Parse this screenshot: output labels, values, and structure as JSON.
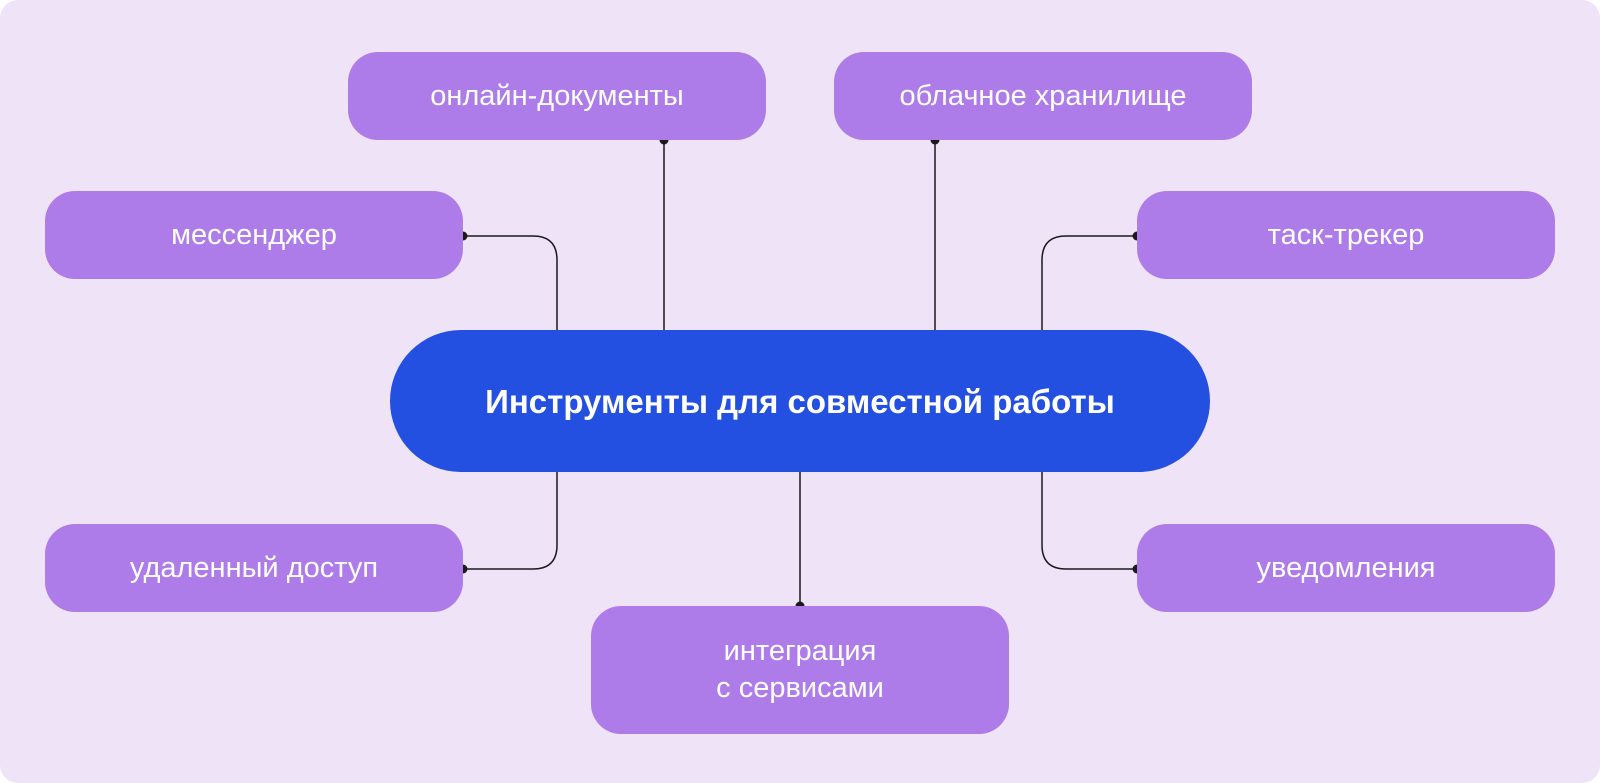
{
  "colors": {
    "background": "#EFE3F8",
    "node_fill": "#AE7CE8",
    "center_fill": "#2350E0",
    "text": "#FFFFFF",
    "connector": "#1A1A1A"
  },
  "center": {
    "label": "Инструменты для совместной работы"
  },
  "nodes": {
    "online_docs": "онлайн-документы",
    "cloud_storage": "облачное хранилище",
    "messenger": "мессенджер",
    "task_tracker": "таск-трекер",
    "remote_access": "удаленный доступ",
    "notifications": "уведомления",
    "integration": {
      "line1": "интеграция",
      "line2": "с сервисами"
    }
  }
}
